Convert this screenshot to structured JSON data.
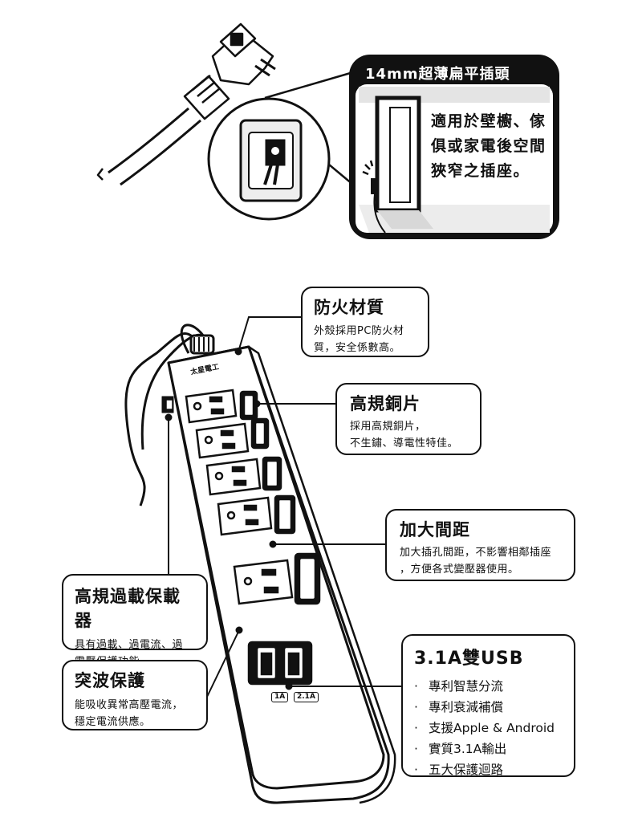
{
  "top_callout": {
    "title": "14mm超薄扁平插頭",
    "text": "適用於壁櫥、傢俱或家電後空間狹窄之插座。"
  },
  "brand_logo": "太星電工",
  "features": {
    "fireproof": {
      "title": "防火材質",
      "desc": "外殼採用PC防火材質，安全係數高。"
    },
    "copper": {
      "title": "高規銅片",
      "desc_1": "採用高規銅片，",
      "desc_2": "不生鏽、導電性特佳。"
    },
    "spacing": {
      "title": "加大間距",
      "desc_1": "加大插孔間距，不影響相鄰插座",
      "desc_2": "，方便各式變壓器使用。"
    },
    "overload": {
      "title": "高規過載保載器",
      "desc_1": "具有過載、過電流、過",
      "desc_2": "電壓保護功能。"
    },
    "surge": {
      "title": "突波保護",
      "desc_1": "能吸收異常高壓電流，",
      "desc_2": "穩定電流供應。"
    },
    "usb": {
      "title": "3.1A雙USB",
      "items": [
        "專利智慧分流",
        "專利衰減補償",
        "支援Apple & Android",
        "實質3.1A輸出",
        "五大保護迴路"
      ]
    }
  },
  "usb_labels": [
    "1A",
    "2.1A"
  ]
}
